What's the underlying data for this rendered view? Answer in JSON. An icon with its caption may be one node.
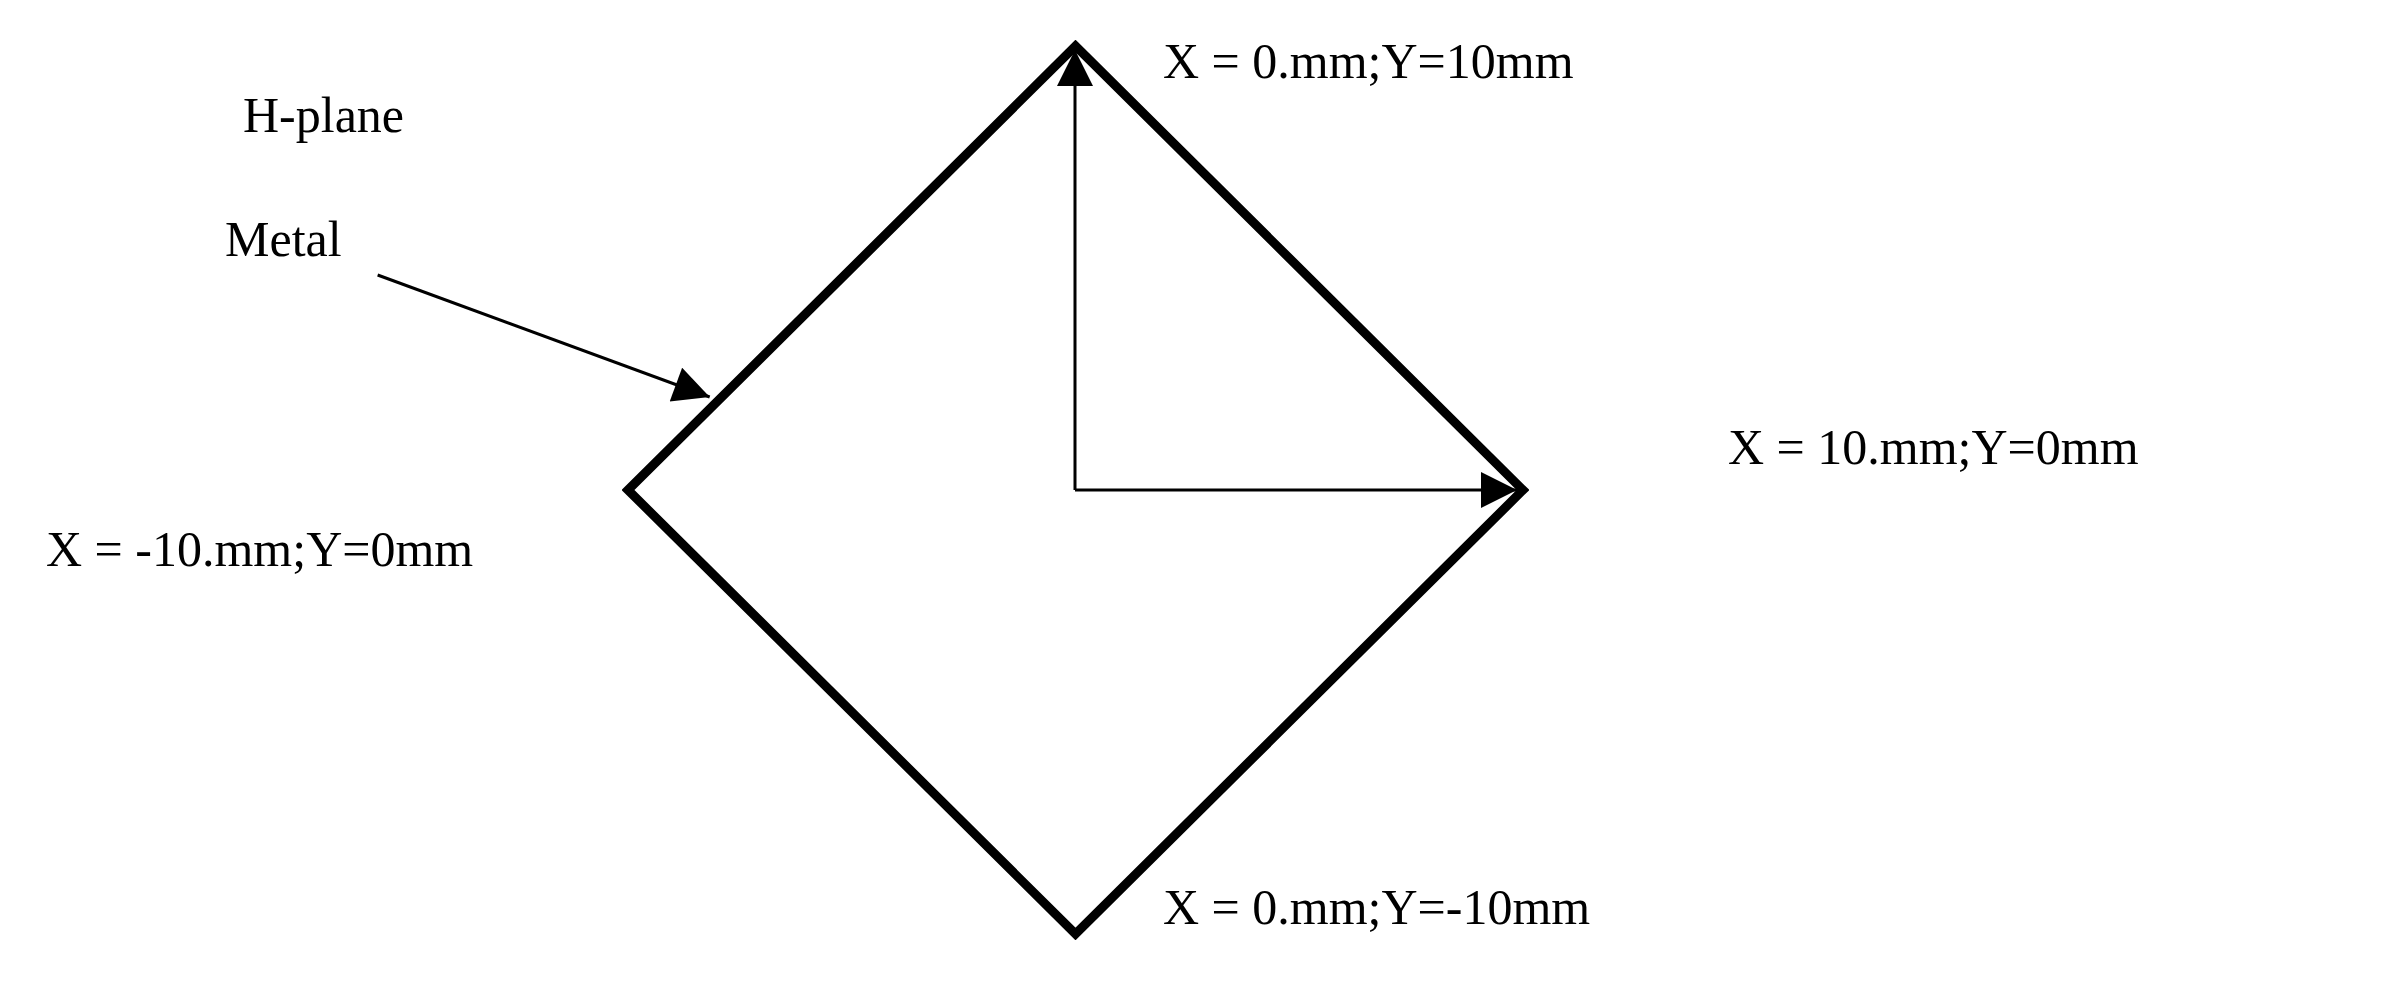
{
  "diagram": {
    "nodes": [
      {
        "text": [
          "Metal"
        ]
      },
      {
        "text": [],
        "shape": "diamond"
      }
    ],
    "edges": [
      {
        "from": 0,
        "to": 1,
        "arrow": "to"
      }
    ],
    "labels": [
      "H-plane",
      "X = 0.mm;Y=10mm",
      "X = 10.mm;Y=0mm",
      "X = -10.mm;Y=0mm",
      "X = 0.mm;Y=-10mm"
    ]
  }
}
